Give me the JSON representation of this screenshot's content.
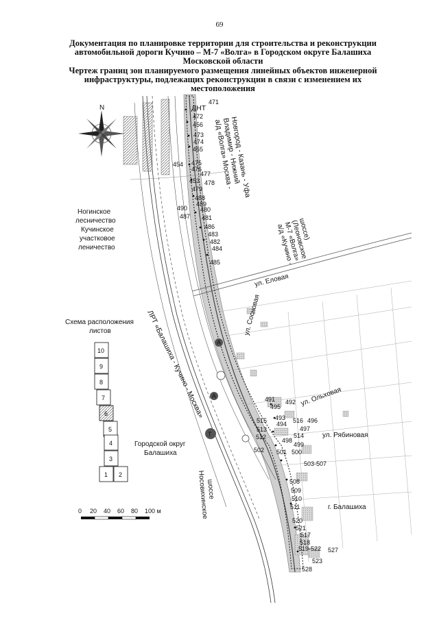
{
  "page_number": "69",
  "title": {
    "line1": "Документация по планировке территории для строительства и реконструкции",
    "line2": "автомобильной дороги Кучино – М-7 «Волга» в Городском округе Балашиха",
    "line3": "Московской области",
    "subtitle1": "Чертеж границ зон планируемого размещения линейных объектов инженерной",
    "subtitle2": "инфраструктуры, подлежащих реконструкции в связи с изменением их местоположения"
  },
  "compass": {
    "north_label": "N"
  },
  "labels": {
    "dnt": "ДНТ",
    "road_volga_1": "а/д «Волга» Москва -",
    "road_volga_2": "Владимир - Нижний",
    "road_volga_3": "Новгород - Казань - Уфа",
    "road_kuchino_1": "а/д «Кучино -",
    "road_kuchino_2": "М-7 «Волга»",
    "road_kuchino_3": "(Леоновское",
    "road_kuchino_4": "шоссе)",
    "forest_1": "Ногинское",
    "forest_2": "лесничество",
    "forest_3": "Кучинское",
    "forest_4": "участковое",
    "forest_5": "леничество",
    "street_elovaya": "ул. Еловая",
    "street_sosnovaya": "ул. Сосновая",
    "street_olhovaya": "ул. Ольховая",
    "street_ryabinovaya": "ул. Рябиновая",
    "city": "г. Балашиха",
    "railway": "ЛРТ «Балашиха - Кучино - Москва»",
    "nosovikhinskoe_1": "Носовихинское",
    "nosovikhinskoe_2": "шоссе",
    "district_1": "Городской округ",
    "district_2": "Балашиха"
  },
  "sheet_scheme": {
    "title_1": "Схема расположения",
    "title_2": "листов",
    "sheets": [
      "10",
      "9",
      "8",
      "7",
      "6",
      "5",
      "4",
      "3",
      "1",
      "2"
    ],
    "highlighted": "6"
  },
  "scale_bar": {
    "ticks": [
      "0",
      "20",
      "40",
      "60",
      "80",
      "100 м"
    ]
  },
  "point_numbers": [
    "471",
    "472",
    "456",
    "473",
    "474",
    "455",
    "454",
    "475",
    "476",
    "477",
    "453",
    "478",
    "479",
    "488",
    "489",
    "490",
    "480",
    "487",
    "481",
    "486",
    "483",
    "482",
    "484",
    "485",
    "491",
    "495",
    "492",
    "493",
    "494",
    "516",
    "496",
    "497",
    "515",
    "513",
    "512",
    "514",
    "498",
    "499",
    "502",
    "501",
    "500",
    "503-507",
    "508",
    "509",
    "510",
    "511",
    "520",
    "521",
    "517",
    "518",
    "519-522",
    "527",
    "523",
    "528"
  ]
}
